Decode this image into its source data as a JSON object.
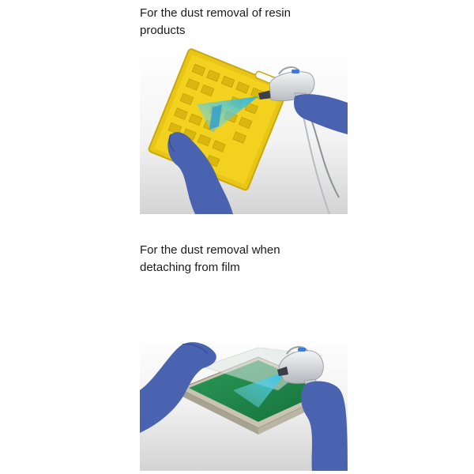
{
  "sections": [
    {
      "caption_line1": "For the dust removal of resin",
      "caption_line2": "products",
      "illustration_icon": "ionizer-gun-resin-tray-illustration"
    },
    {
      "caption_line1": "For the dust removal when",
      "caption_line2": "detaching from film",
      "illustration_icon": "ionizer-gun-film-detach-illustration"
    }
  ],
  "colors": {
    "tray_yellow": "#f2d21e",
    "glove_blue": "#4a63b0",
    "air_blast": "#38c8e8",
    "board_green": "#1f8a4a",
    "gun_grey": "#d8dadd"
  }
}
